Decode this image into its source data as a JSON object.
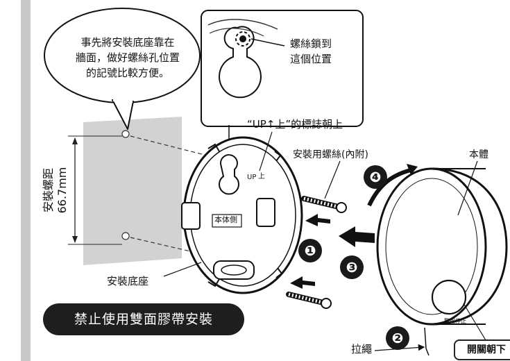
{
  "bubble": {
    "line1": "事先將安裝底座靠在",
    "line2": "牆面，做好螺絲孔位置",
    "line3": "的記號比較方便。"
  },
  "inset": {
    "label_line1": "螺絲鎖到",
    "label_line2": "這個位置"
  },
  "labels": {
    "up_mark": "“UP↑上”的標誌朝上",
    "screws": "安裝用螺絲(內附)",
    "body": "本體",
    "base": "安裝底座",
    "pull_cord": "拉繩",
    "switch": "開關朝下",
    "spacing_title": "安裝螺距",
    "spacing_value": "66.7mm",
    "base_stamp": "本体側",
    "base_up": "UP",
    "base_up2": "上",
    "alarm_stop": "警報停止"
  },
  "steps": [
    "❶",
    "❷",
    "❸",
    "❹"
  ],
  "banner": "禁止使用雙面膠帶安裝",
  "colors": {
    "wall": "#d2d2d2",
    "side_bar": "#c8c8c8",
    "badge": "#1a1a1a",
    "banner": "#1e1e1e"
  }
}
